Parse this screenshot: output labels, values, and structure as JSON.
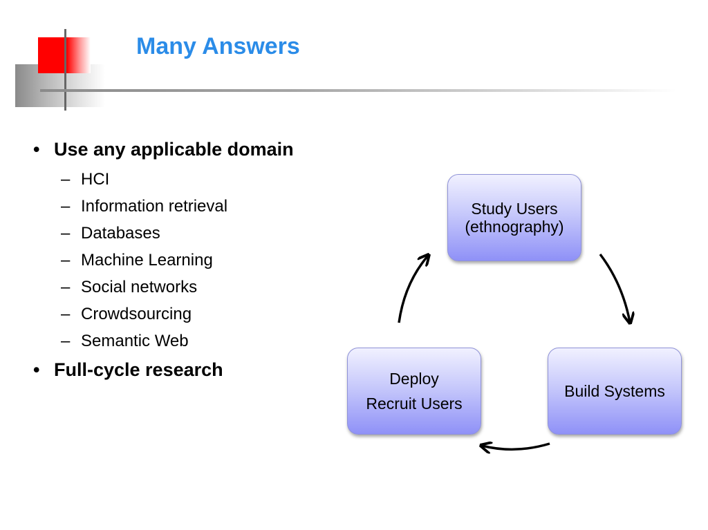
{
  "title": "Many Answers",
  "bullets": [
    {
      "text": "Use any applicable domain",
      "marker": "•",
      "children": [
        {
          "marker": "–",
          "text": "HCI"
        },
        {
          "marker": "–",
          "text": "Information retrieval"
        },
        {
          "marker": "–",
          "text": "Databases"
        },
        {
          "marker": "–",
          "text": "Machine Learning"
        },
        {
          "marker": "–",
          "text": "Social networks"
        },
        {
          "marker": "–",
          "text": "Crowdsourcing"
        },
        {
          "marker": "–",
          "text": "Semantic Web"
        }
      ]
    },
    {
      "text": "Full-cycle research",
      "marker": "•",
      "children": []
    }
  ],
  "cycle": {
    "nodes": [
      {
        "id": "study",
        "lines": [
          "Study Users",
          "(ethnography)"
        ]
      },
      {
        "id": "build",
        "lines": [
          "Build Systems"
        ]
      },
      {
        "id": "deploy",
        "lines": [
          "Deploy",
          "Recruit Users"
        ]
      }
    ],
    "arrow_direction": "clockwise"
  },
  "colors": {
    "title": "#2b8ce8",
    "node_top": "#f1f1ff",
    "node_bottom": "#8f91f7",
    "logo_red": "#ff0000"
  }
}
